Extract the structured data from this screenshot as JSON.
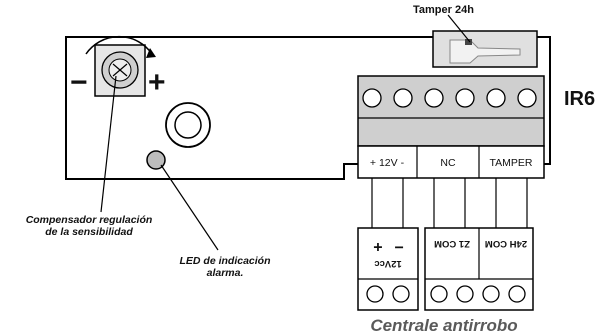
{
  "labels": {
    "tamper": "Tamper 24h",
    "model": "IR6",
    "compensator_line1": "Compensador regulación",
    "compensator_line2": "de la sensibilidad",
    "led_line1": "LED de indicación",
    "led_line2": "alarma.",
    "central": "Centrale antirrobo",
    "adjust_minus": "−",
    "adjust_plus": "+"
  },
  "sensor_terminals": [
    {
      "label": "+ 12V -"
    },
    {
      "label": "NC"
    },
    {
      "label": "TAMPER"
    }
  ],
  "central_terminals": {
    "power_label": "12Vcc",
    "power_plus": "+",
    "power_minus": "−",
    "zone_labels": [
      "Z1 COM",
      "24H COM"
    ]
  },
  "colors": {
    "board": "#ffffff",
    "terminal_block": "#cfcfcf",
    "tamper_switch": "#e0e0e0",
    "text": "#111111",
    "central_label": "#5a5a5a"
  },
  "icons": [
    "adjust-screw-icon",
    "led-icon",
    "lens-ring-icon",
    "tamper-switch-icon"
  ]
}
